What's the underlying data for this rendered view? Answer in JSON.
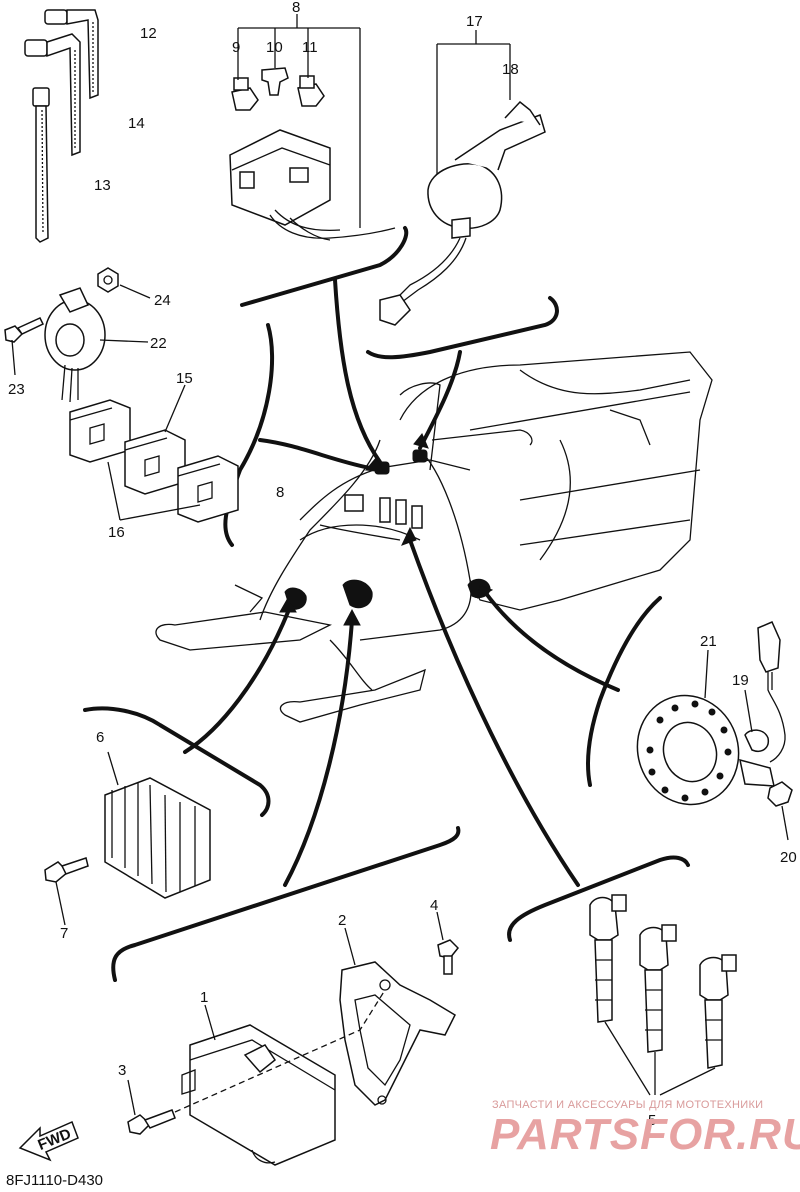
{
  "labels": {
    "l1": "1",
    "l2": "2",
    "l3": "3",
    "l4": "4",
    "l5": "5",
    "l6": "6",
    "l7": "7",
    "l8a": "8",
    "l8b": "8",
    "l9": "9",
    "l10": "10",
    "l11": "11",
    "l12": "12",
    "l13": "13",
    "l14": "14",
    "l15": "15",
    "l16": "16",
    "l17": "17",
    "l18": "18",
    "l19": "19",
    "l20": "20",
    "l21": "21",
    "l22": "22",
    "l23": "23",
    "l24": "24"
  },
  "fwd_label": "FWD",
  "diagram_code": "8FJ1110-D430",
  "watermark": {
    "tagline": "ЗАПЧАСТИ И АКСЕССУАРЫ ДЛЯ МОТОТЕХНИКИ",
    "brand": "PARTSFOR.RU"
  }
}
